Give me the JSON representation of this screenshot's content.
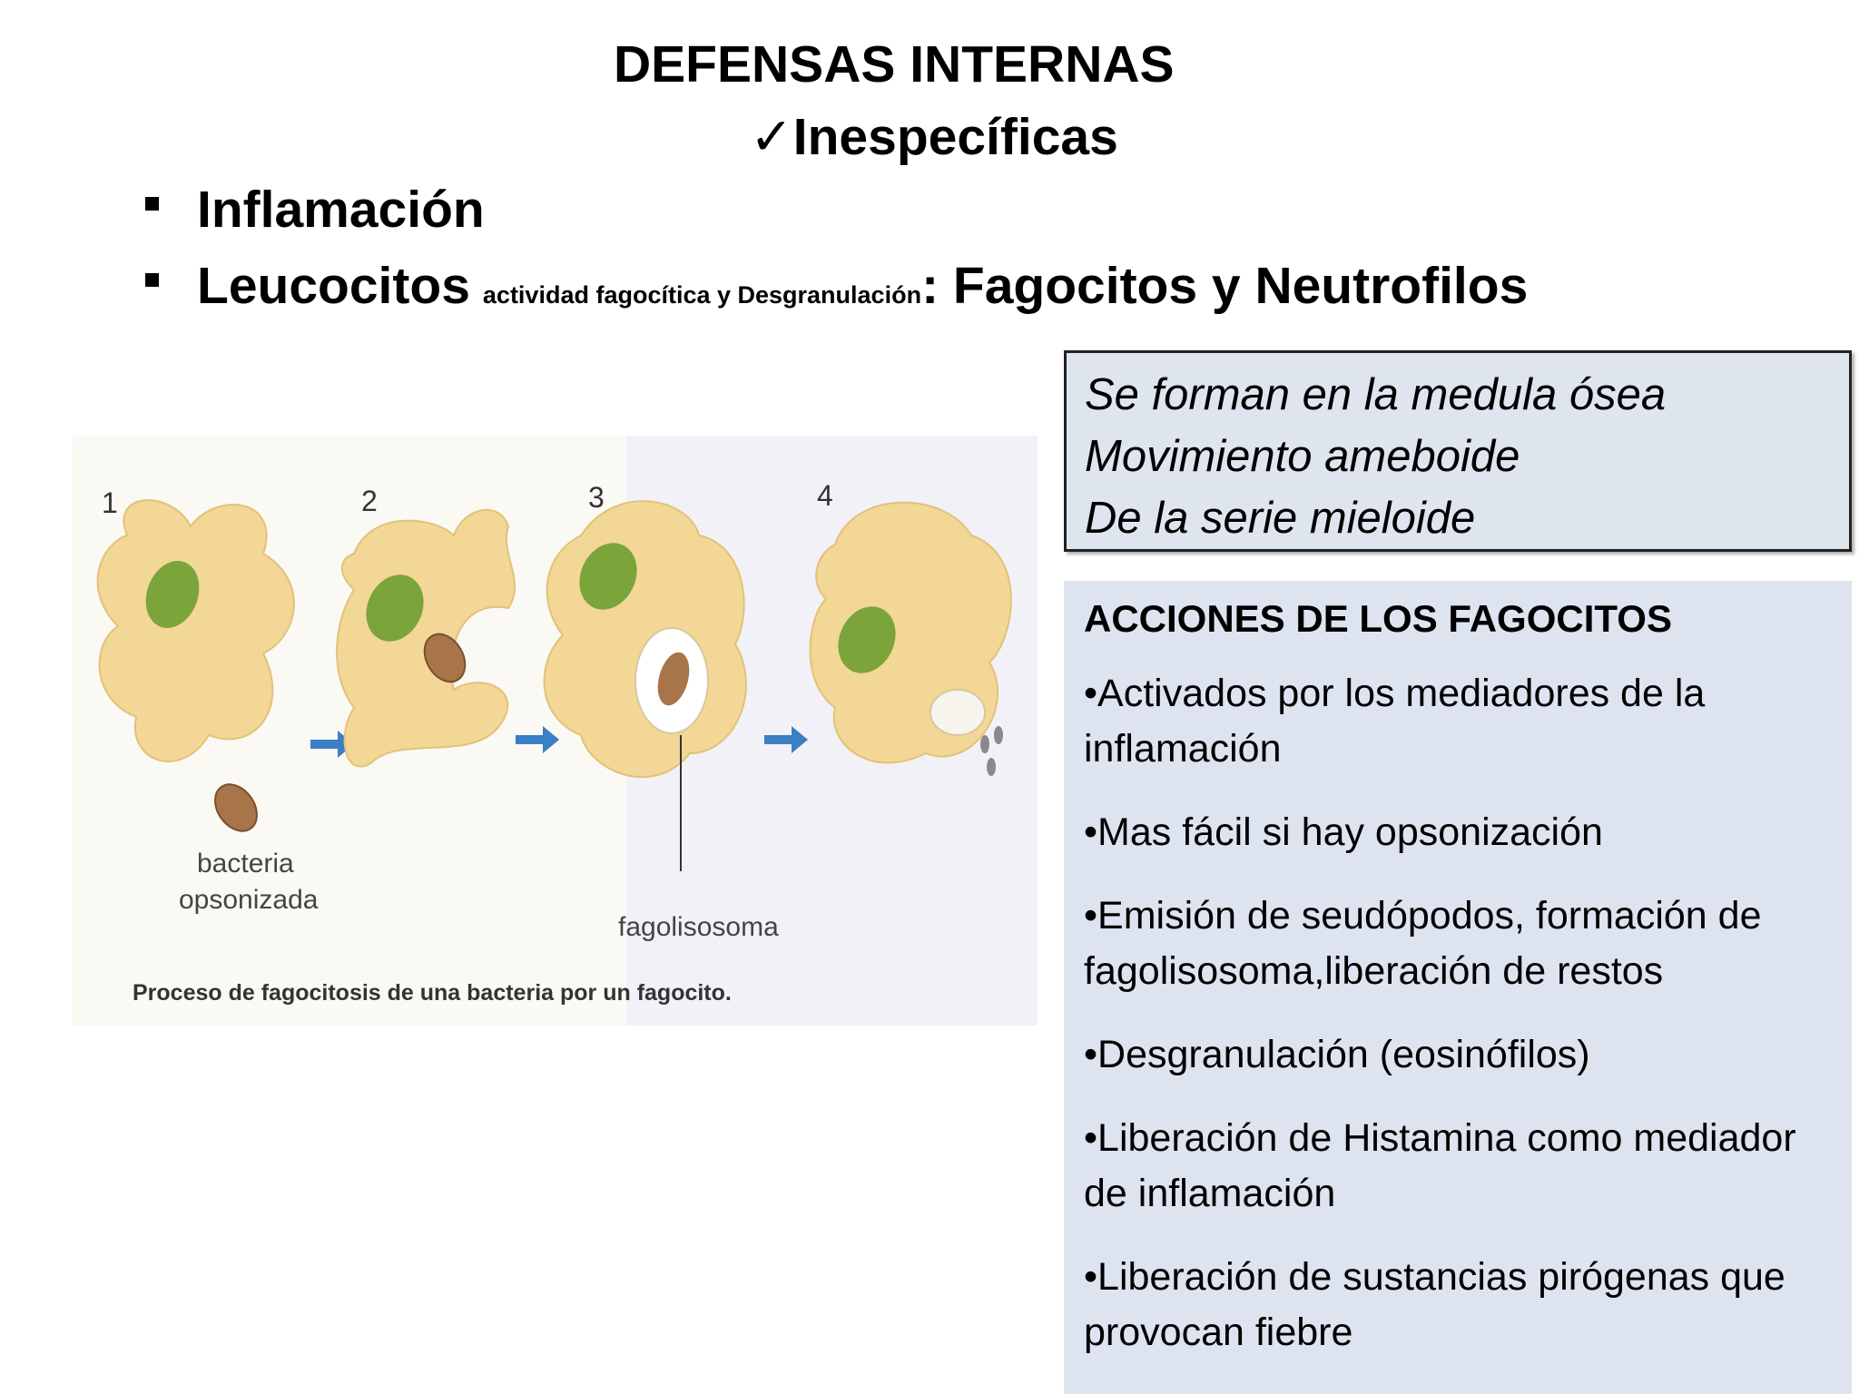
{
  "title": "DEFENSAS INTERNAS",
  "subtitle": "✓Inespecíficas",
  "bullets": [
    {
      "main": "Inflamación"
    },
    {
      "main": "Leucocitos",
      "small": "actividad fagocítica y Desgranulación",
      "rest": ": Fagocitos y Neutrofilos"
    }
  ],
  "figure": {
    "steps": [
      "1",
      "2",
      "3",
      "4"
    ],
    "label_bacteria": "bacteria",
    "label_opsonizada": "opsonizada",
    "label_fagolisosoma": "fagolisosoma",
    "caption": "Proceso de fagocitosis de una bacteria por un fagocito."
  },
  "box1": {
    "lines": [
      "Se forman en la medula ósea",
      "Movimiento ameboide",
      "De la serie mieloide"
    ]
  },
  "box2": {
    "heading": "ACCIONES DE LOS FAGOCITOS",
    "items": [
      "•Activados por los mediadores de la inflamación",
      "•Mas fácil si hay  opsonización",
      "•Emisión de seudópodos, formación de fagolisosoma,liberación de restos",
      "•Desgranulación (eosinófilos)",
      "•Liberación de Histamina como mediador de inflamación",
      "•Liberación de sustancias pirógenas que provocan fiebre"
    ]
  },
  "colors": {
    "cell": "#f2d796",
    "nucleus": "#7ba43a",
    "bacteria": "#a8744a",
    "arrow": "#3b7fc4"
  }
}
